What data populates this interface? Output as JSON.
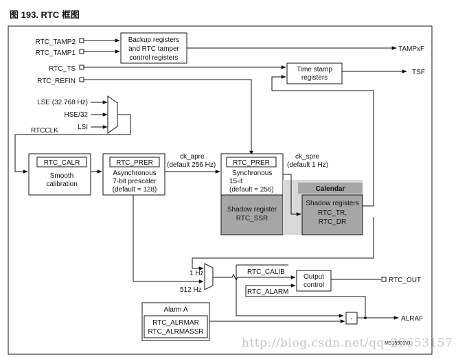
{
  "caption": "图 193. RTC 框图",
  "inputs": {
    "tamp2": "RTC_TAMP2",
    "tamp1": "RTC_TAMP1",
    "ts": "RTC_TS",
    "refin": "RTC_REFIN",
    "lse": "LSE (32.768 Hz)",
    "hse": "HSE/32",
    "lsi": "LSI",
    "rtcclk": "RTCCLK"
  },
  "blocks": {
    "backup": [
      "Backup registers",
      "and RTC tamper",
      "control registers"
    ],
    "timestamp": [
      "Time stamp",
      "registers"
    ],
    "calr": {
      "title": "RTC_CALR",
      "lines": [
        "Smooth",
        "calibration"
      ]
    },
    "prer_async": {
      "title": "RTC_PRER",
      "lines": [
        "Asynchronous",
        "7-bit prescaler",
        "(default = 128)"
      ]
    },
    "prer_sync": {
      "title": "RTC_PRER",
      "lines": [
        "Synchronous",
        "15-it",
        "(default = 256)"
      ]
    },
    "ssr": [
      "Shadow register",
      "RTC_SSR"
    ],
    "calendar": {
      "header": "Calendar",
      "lines": [
        "Shadow registers",
        "RTC_TR,",
        "RTC_DR"
      ]
    },
    "output": [
      "Output",
      "control"
    ],
    "alarm": {
      "title": "Alarm A",
      "lines": [
        "RTC_ALRMAR",
        "RTC_ALRMASSR"
      ]
    },
    "or_gate": "-"
  },
  "signals": {
    "ck_apre": [
      "ck_apre",
      "(default 256 Hz)"
    ],
    "ck_spre": [
      "ck_spre",
      "(default 1 Hz)"
    ],
    "hz1": "1 Hz",
    "hz512": "512 Hz",
    "calib": "RTC_CALIB",
    "alarm": "RTC_ALARM"
  },
  "outputs": {
    "tampxf": "TAMPxF",
    "tsf": "TSF",
    "rtc_out": "RTC_OUT",
    "alraf": "ALRAF"
  },
  "figure_id": "MS19901V1",
  "watermark": "http://blog.csdn.net/qq_29653157"
}
